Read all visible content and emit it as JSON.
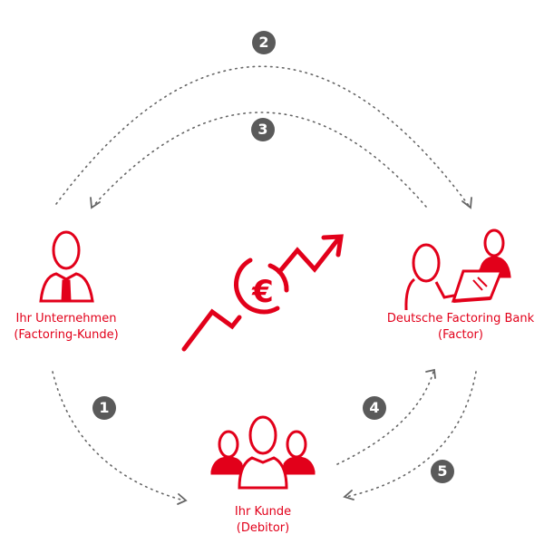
{
  "colors": {
    "accent": "#e2001a",
    "badge": "#5a5a5a",
    "arrow": "#666666"
  },
  "nodes": {
    "company": {
      "line1": "Ihr Unternehmen",
      "line2": "(Factoring-Kunde)"
    },
    "bank": {
      "line1": "Deutsche Factoring Bank",
      "line2": "(Factor)"
    },
    "customer": {
      "line1": "Ihr Kunde",
      "line2": "(Debitor)"
    }
  },
  "steps": [
    "1",
    "2",
    "3",
    "4",
    "5"
  ],
  "center": {
    "icon": "euro-growth-icon"
  }
}
